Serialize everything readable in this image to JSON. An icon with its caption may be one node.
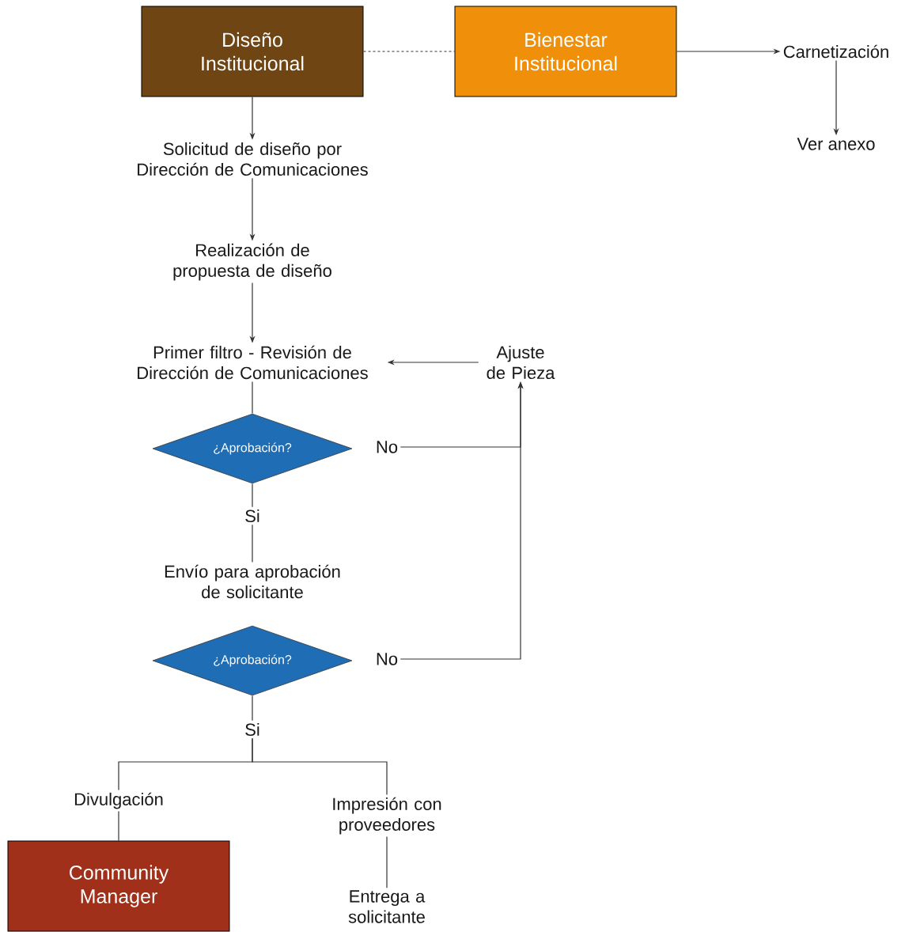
{
  "diagram": {
    "nodes": [
      {
        "text": [
          "Diseño Institucional"
        ]
      },
      {
        "text": [
          "Bienestar Institucional"
        ]
      },
      {
        "text": [
          "Carnetización"
        ]
      },
      {
        "text": [
          "Ver anexo"
        ]
      },
      {
        "text": [
          "Solicitud de diseño por Dirección de Comunicaciones"
        ]
      },
      {
        "text": [
          "Realización de propuesta de diseño"
        ]
      },
      {
        "text": [
          "Primer filtro - Revisión de Dirección de Comunicaciones"
        ]
      },
      {
        "text": [
          "Ajuste de Pieza"
        ]
      },
      {
        "text": [
          "¿Aprobación?"
        ]
      },
      {
        "text": [
          "No"
        ]
      },
      {
        "text": [
          "Si"
        ]
      },
      {
        "text": [
          "Envío para aprobación de solicitante"
        ]
      },
      {
        "text": [
          "¿Aprobación?"
        ]
      },
      {
        "text": [
          "No"
        ]
      },
      {
        "text": [
          "Si"
        ]
      },
      {
        "text": [
          "Divulgación"
        ]
      },
      {
        "text": [
          "Impresión con proveedores"
        ]
      },
      {
        "text": [
          "Community Manager"
        ]
      },
      {
        "text": [
          "Entrega a solicitante"
        ]
      }
    ],
    "edges": [
      {
        "from": 0,
        "to": 1,
        "arrow": "none",
        "style": "dashed"
      },
      {
        "from": 1,
        "to": 2,
        "arrow": "to"
      },
      {
        "from": 2,
        "to": 3,
        "arrow": "to"
      },
      {
        "from": 0,
        "to": 4,
        "arrow": "to"
      },
      {
        "from": 4,
        "to": 5,
        "arrow": "to"
      },
      {
        "from": 5,
        "to": 6,
        "arrow": "to"
      },
      {
        "from": 7,
        "to": 6,
        "arrow": "to"
      },
      {
        "from": 6,
        "to": 8,
        "arrow": "none"
      },
      {
        "from": 9,
        "to": 7,
        "arrow": "to"
      },
      {
        "from": 13,
        "to": 7,
        "arrow": "to"
      },
      {
        "from": 8,
        "to": 10,
        "arrow": "none"
      },
      {
        "from": 10,
        "to": 11,
        "arrow": "none"
      },
      {
        "from": 12,
        "to": 14,
        "arrow": "none"
      },
      {
        "from": 14,
        "to": 15,
        "arrow": "none"
      },
      {
        "from": 14,
        "to": 16,
        "arrow": "none"
      },
      {
        "from": 15,
        "to": 17,
        "arrow": "none"
      },
      {
        "from": 16,
        "to": 18,
        "arrow": "none"
      }
    ]
  }
}
